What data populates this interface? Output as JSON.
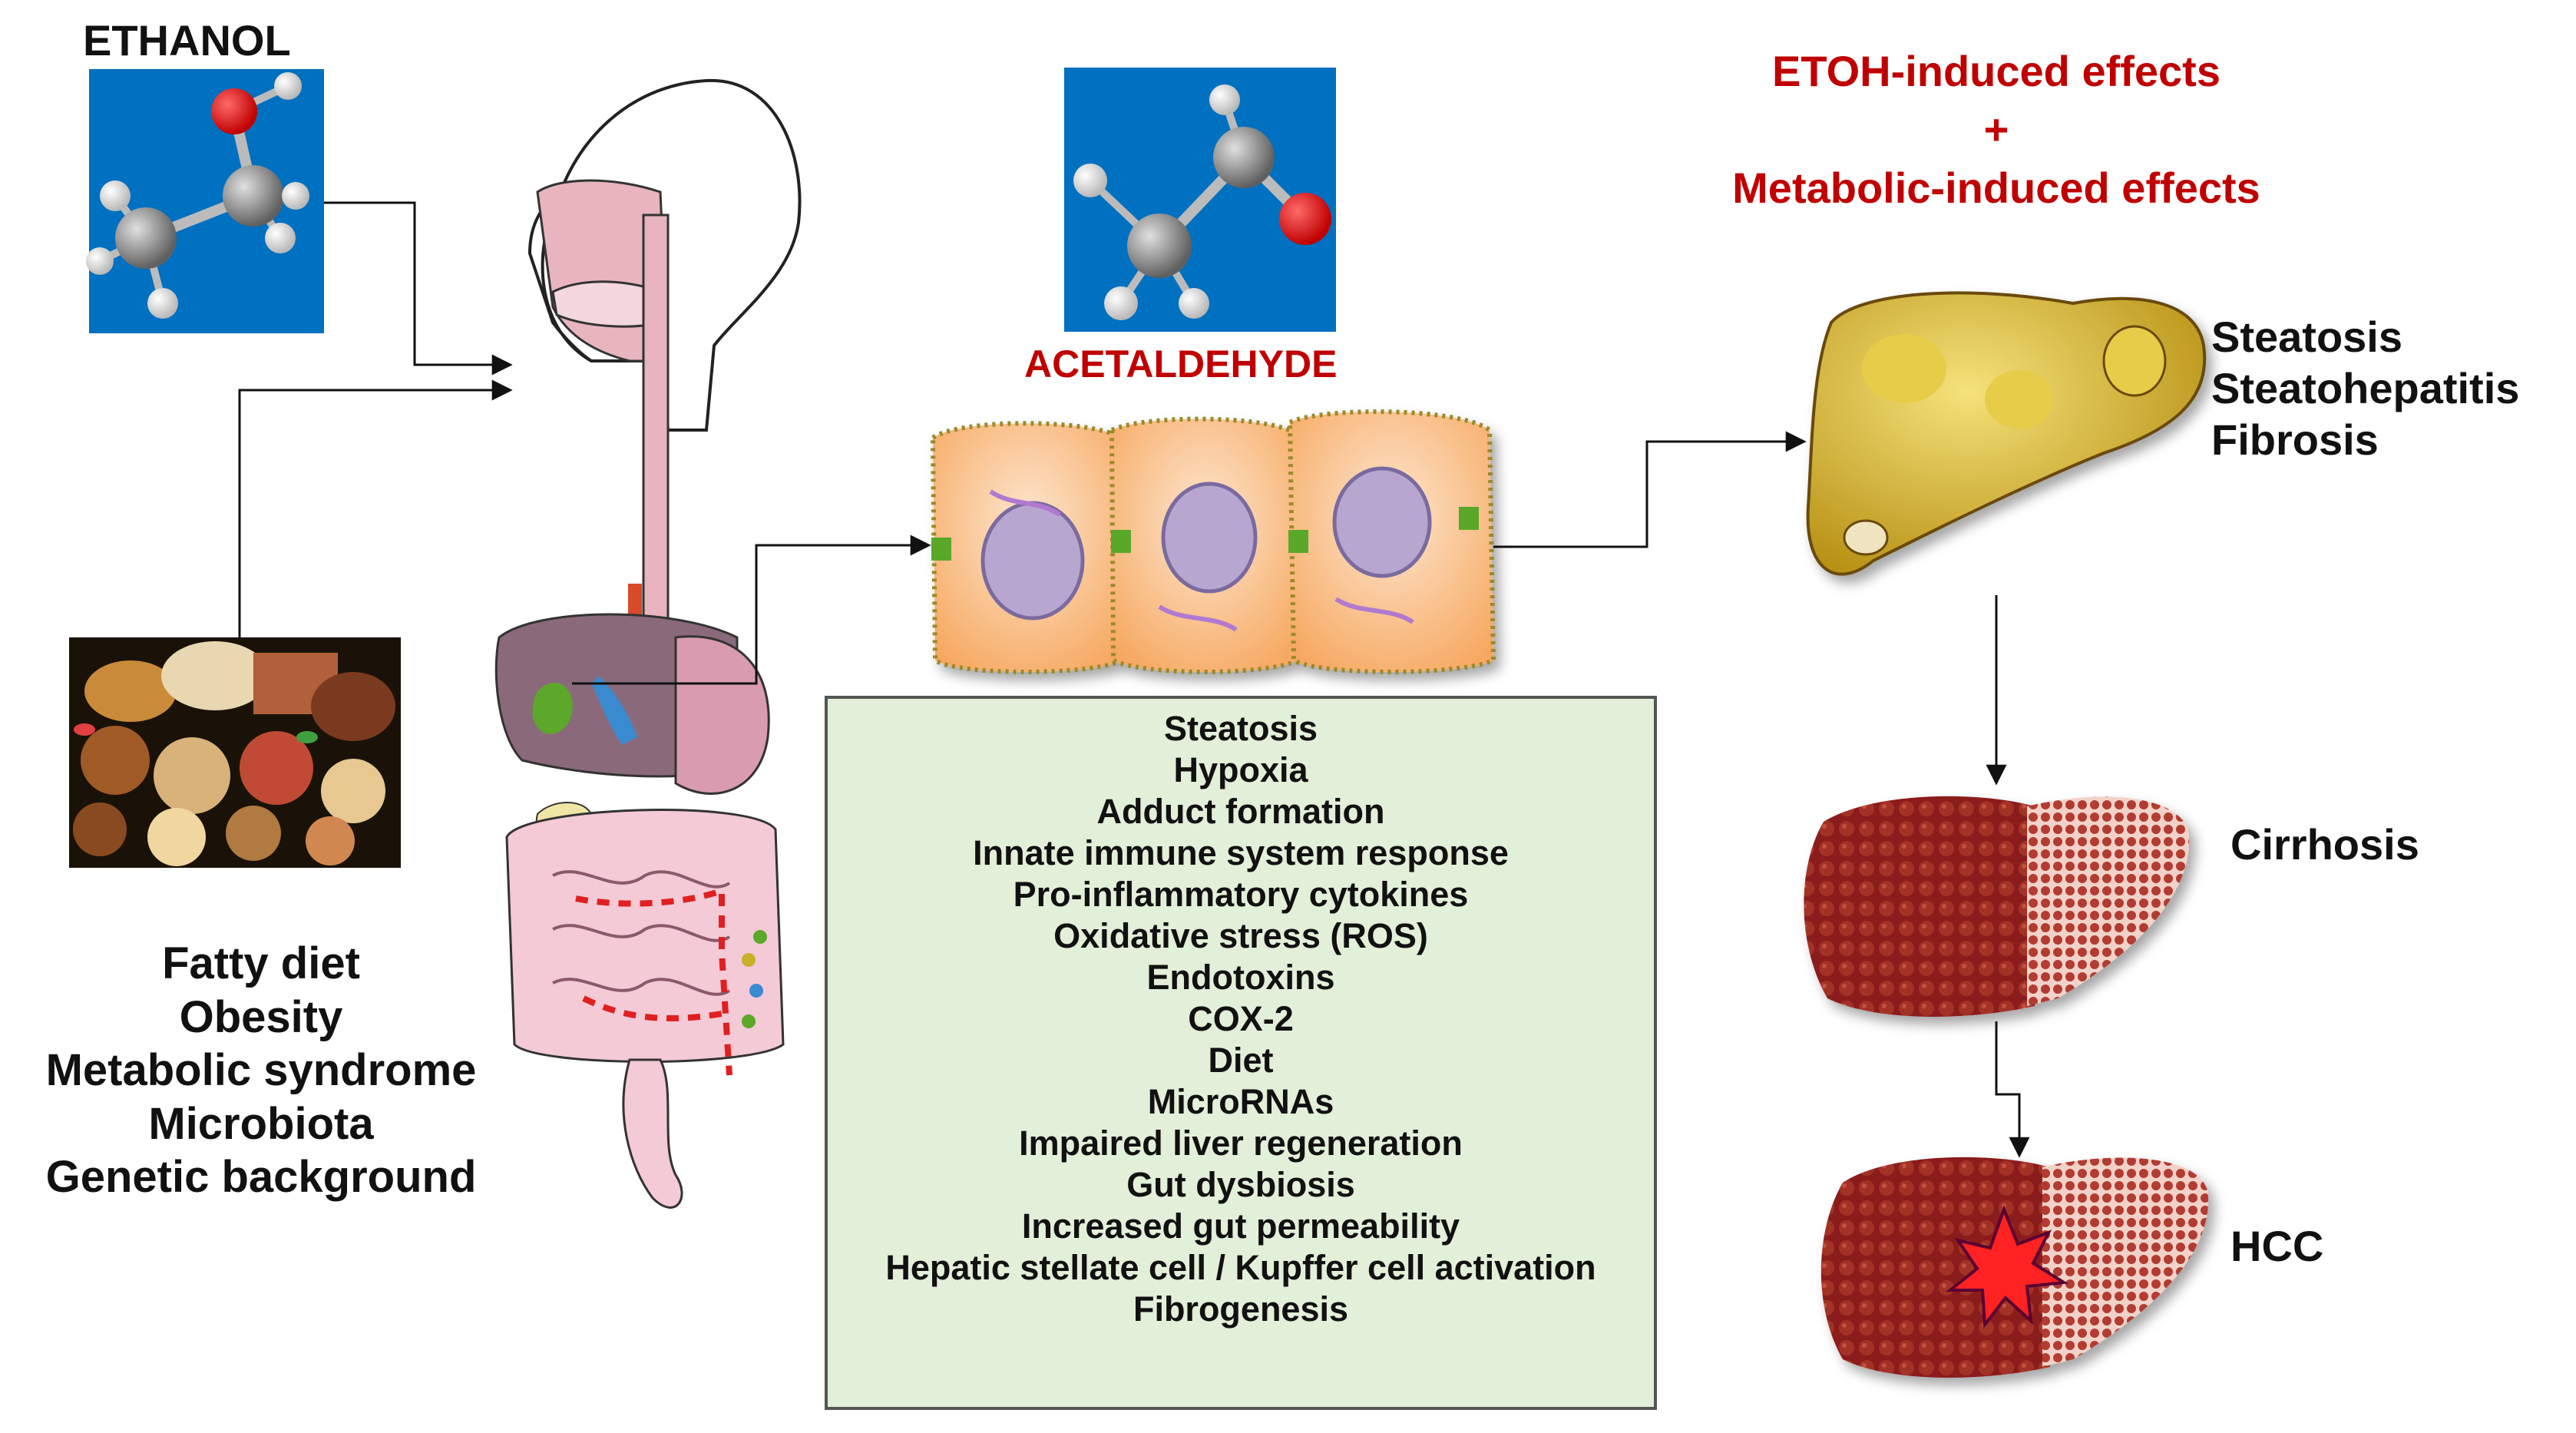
{
  "ethanol_label": "ETHANOL",
  "acetaldehyde_label": "ACETALDEHYDE",
  "header": {
    "line1": "ETOH-induced effects",
    "line2": "+",
    "line3": "Metabolic-induced effects"
  },
  "risk_factors": [
    "Fatty diet",
    "Obesity",
    "Metabolic syndrome",
    "Microbiota",
    "Genetic background"
  ],
  "cellular_effects": [
    "Steatosis",
    "Hypoxia",
    "Adduct formation",
    "Innate immune system response",
    "Pro-inflammatory cytokines",
    "Oxidative stress (ROS)",
    "Endotoxins",
    "COX-2",
    "Diet",
    "MicroRNAs",
    "Impaired liver regeneration",
    "Gut dysbiosis",
    "Increased gut permeability",
    "Hepatic stellate cell / Kupffer cell activation",
    "Fibrogenesis"
  ],
  "early_stages": [
    "Steatosis",
    "Steatohepatitis",
    "Fibrosis"
  ],
  "cirrhosis_label": "Cirrhosis",
  "hcc_label": "HCC",
  "colors": {
    "accent_red": "#c00000",
    "molecule_bg": "#0070c0",
    "box_fill": "#e2efd9",
    "fatty_liver": "#d4b21e",
    "cirrhotic_liver": "#8b1a1a"
  }
}
